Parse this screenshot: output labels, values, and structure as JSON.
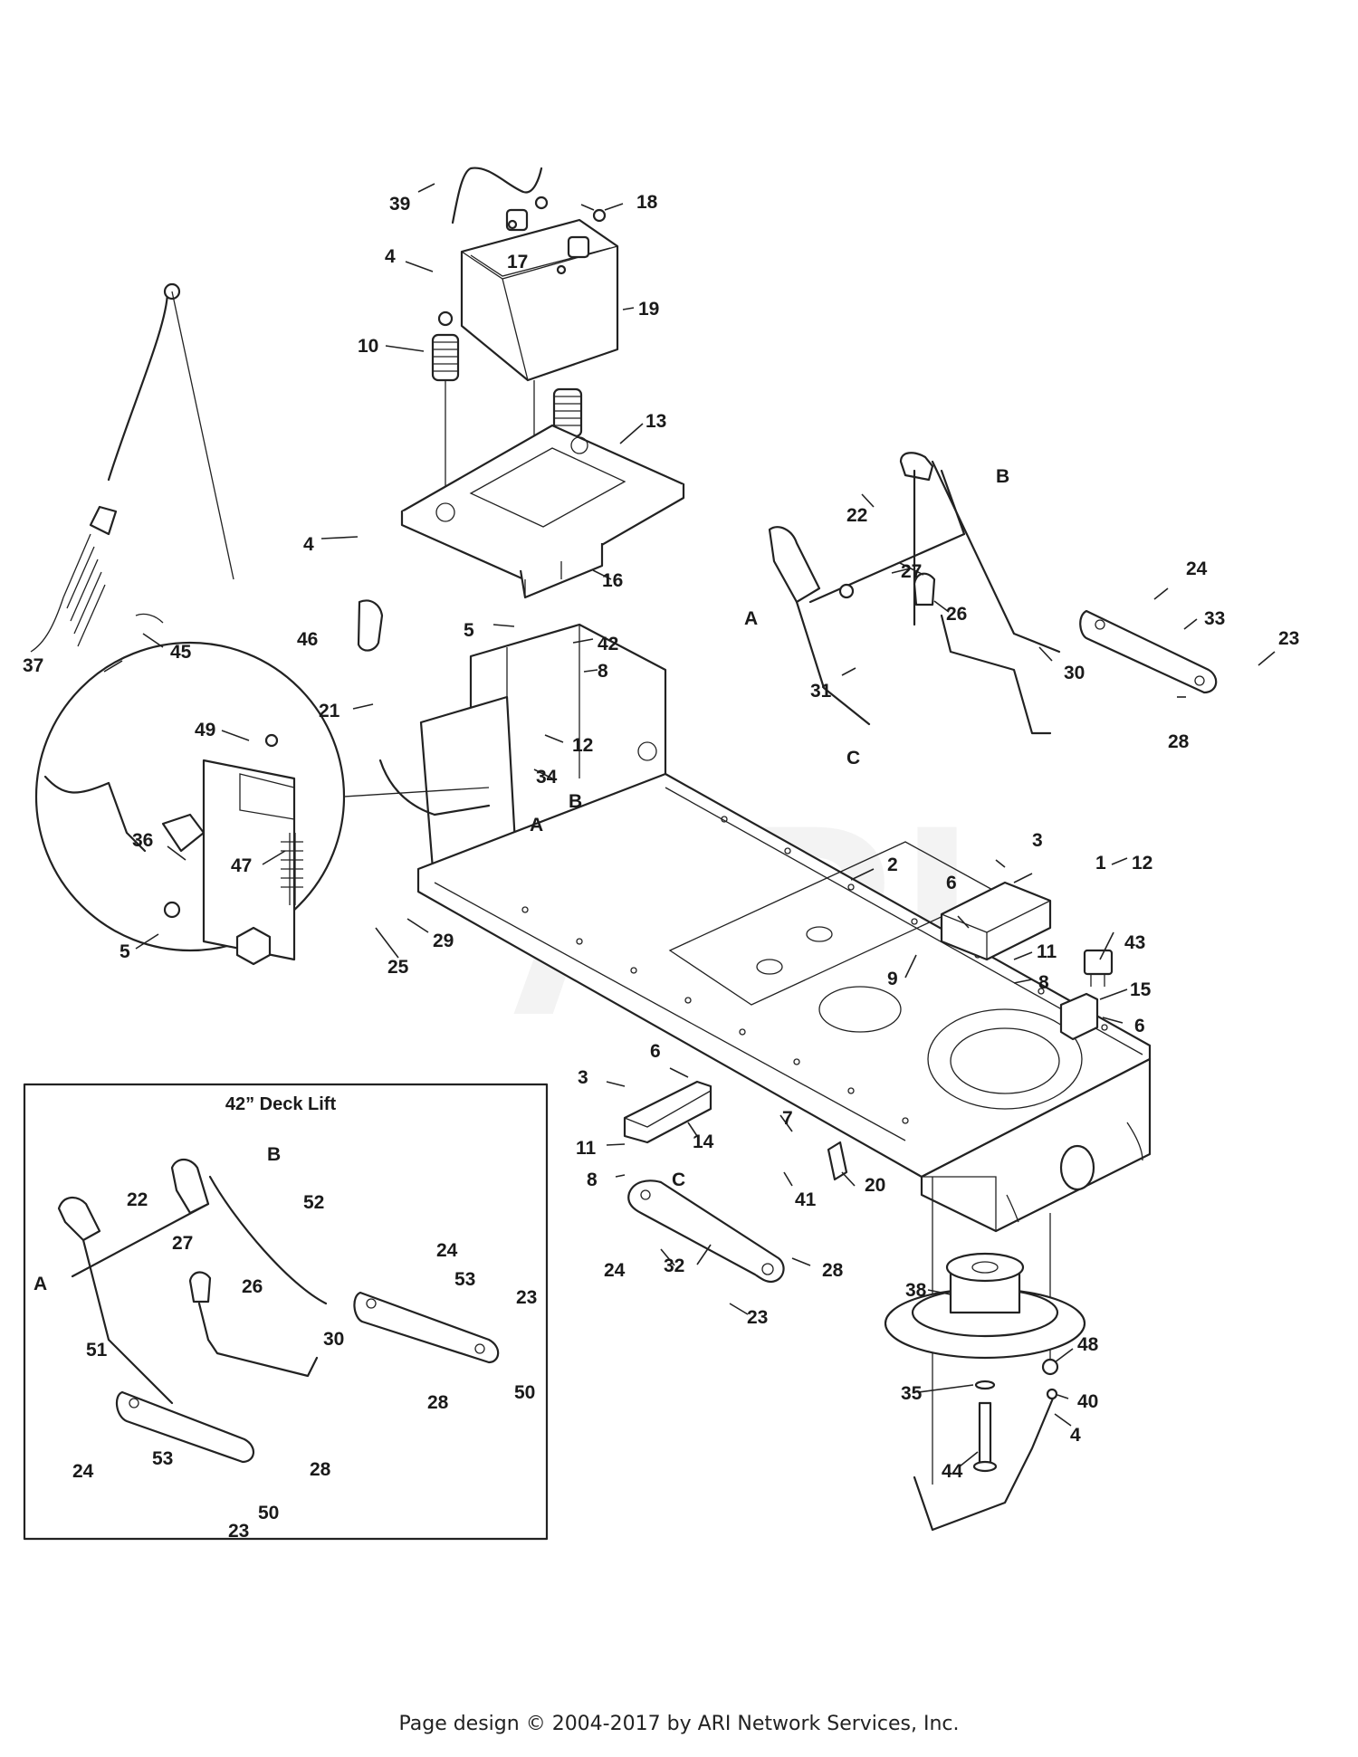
{
  "watermark": "ARI",
  "inset_title": "42” Deck Lift",
  "footer": "Page design © 2004-2017 by ARI Network Services, Inc.",
  "callouts": {
    "c1": "1",
    "c2": "2",
    "c3a": "3",
    "c3b": "3",
    "c4a": "4",
    "c4b": "4",
    "c4c": "4",
    "c5a": "5",
    "c5b": "5",
    "c6a": "6",
    "c6b": "6",
    "c6c": "6",
    "c7": "7",
    "c8a": "8",
    "c8b": "8",
    "c8c": "8",
    "c9": "9",
    "c10": "10",
    "c11a": "11",
    "c11b": "11",
    "c12a": "12",
    "c12b": "12",
    "c13": "13",
    "c14": "14",
    "c15": "15",
    "c16": "16",
    "c17": "17",
    "c18": "18",
    "c19": "19",
    "c20": "20",
    "c21": "21",
    "c22a": "22",
    "c22b": "22",
    "c23a": "23",
    "c23b": "23",
    "c23c": "23",
    "c23d": "23",
    "c24a": "24",
    "c24b": "24",
    "c24c": "24",
    "c24d": "24",
    "c25": "25",
    "c26a": "26",
    "c26b": "26",
    "c27a": "27",
    "c27b": "27",
    "c28a": "28",
    "c28b": "28",
    "c28c": "28",
    "c28d": "28",
    "c29": "29",
    "c30a": "30",
    "c30b": "30",
    "c31": "31",
    "c32": "32",
    "c33": "33",
    "c34": "34",
    "c35": "35",
    "c36": "36",
    "c37": "37",
    "c38": "38",
    "c39": "39",
    "c40": "40",
    "c41": "41",
    "c42": "42",
    "c43": "43",
    "c44": "44",
    "c45": "45",
    "c46": "46",
    "c47": "47",
    "c48": "48",
    "c49": "49",
    "c50a": "50",
    "c50b": "50",
    "c51": "51",
    "c52": "52",
    "c53a": "53",
    "c53b": "53"
  },
  "letters": {
    "A1": "A",
    "A2": "A",
    "A3": "A",
    "B1": "B",
    "B2": "B",
    "B3": "B",
    "C1": "C",
    "C2": "C"
  }
}
